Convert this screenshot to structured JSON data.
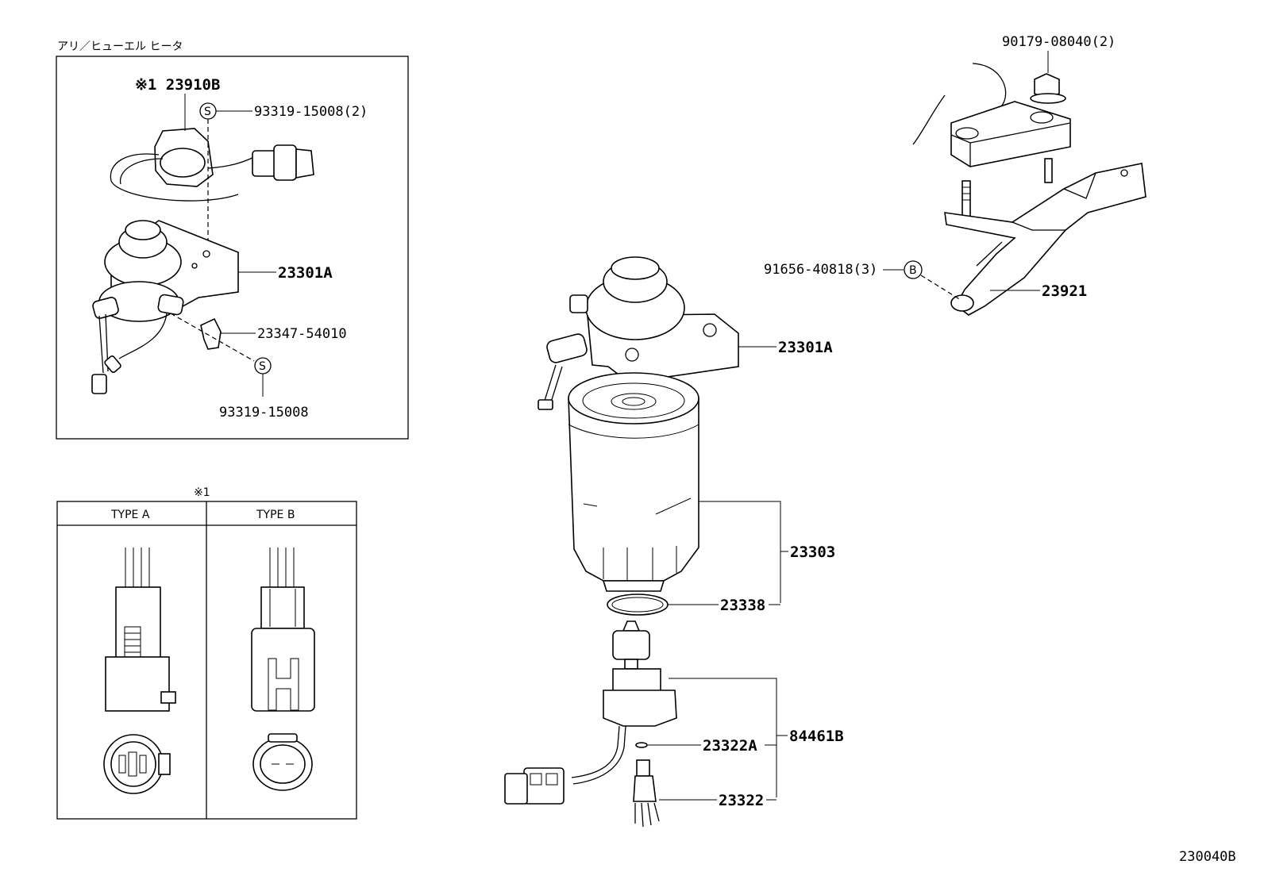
{
  "inset_title": "アリ／ヒューエル ヒータ",
  "callouts": {
    "c1_23910b": "※1 23910B",
    "c1_93319_2": "93319-15008(2)",
    "c1_23301a": "23301A",
    "c1_23347": "23347-54010",
    "c1_93319": "93319-15008",
    "m_23301a": "23301A",
    "m_23303": "23303",
    "m_23338": "23338",
    "m_84461b": "84461B",
    "m_23322a": "23322A",
    "m_23322": "23322",
    "r_90179": "90179-08040(2)",
    "r_91656": "91656-40818(3)",
    "r_23921": "23921"
  },
  "symbols": {
    "s_mark": "S",
    "b_mark": "B"
  },
  "type_table": {
    "note": "※1",
    "col_a": "TYPE A",
    "col_b": "TYPE B"
  },
  "figure_id": "230040B"
}
